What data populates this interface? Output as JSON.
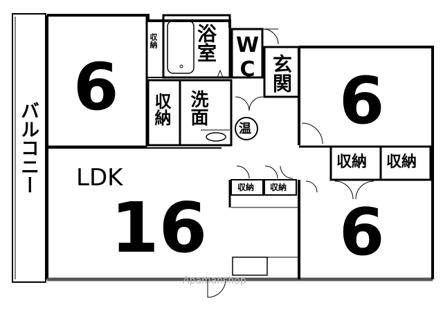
{
  "rooms": {
    "room_nw_size": "6",
    "room_ne_size": "6",
    "room_se_size": "6",
    "ldk_label": "LDK",
    "ldk_size": "16",
    "balcony": "バルコニー",
    "bath": "浴室",
    "wc": "WC",
    "entrance": "玄関",
    "washroom": "洗面",
    "water_heater": "温",
    "storage_small": "収納",
    "storage": "収納"
  },
  "watermark": "Apamanshop"
}
